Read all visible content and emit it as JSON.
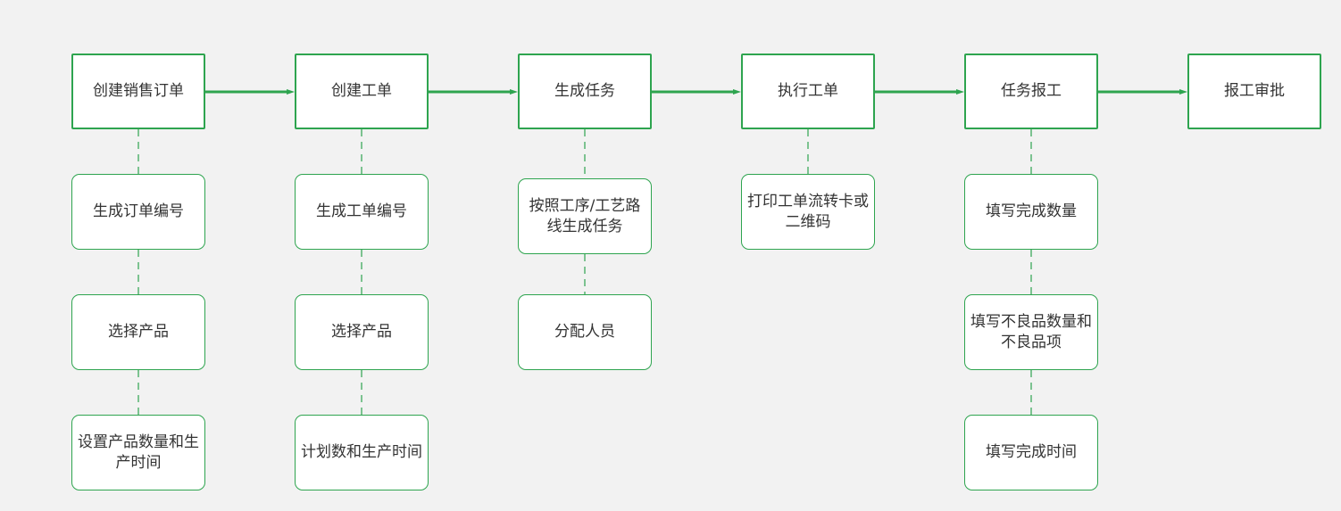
{
  "colors": {
    "line": "#2ea44f",
    "background": "#f2f2f2",
    "node_fill": "#ffffff",
    "text": "#333333"
  },
  "columns": [
    {
      "main": "创建销售订单",
      "steps": [
        "生成订单编号",
        "选择产品",
        "设置产品数量和生\n产时间"
      ]
    },
    {
      "main": "创建工单",
      "steps": [
        "生成工单编号",
        "选择产品",
        "计划数和生产时间"
      ]
    },
    {
      "main": "生成任务",
      "steps": [
        "按照工序/工艺路\n线生成任务",
        "分配人员"
      ]
    },
    {
      "main": "执行工单",
      "steps": [
        "打印工单流转卡或\n二维码"
      ]
    },
    {
      "main": "任务报工",
      "steps": [
        "填写完成数量",
        "填写不良品数量和\n不良品项",
        "填写完成时间"
      ]
    },
    {
      "main": "报工审批",
      "steps": []
    }
  ]
}
